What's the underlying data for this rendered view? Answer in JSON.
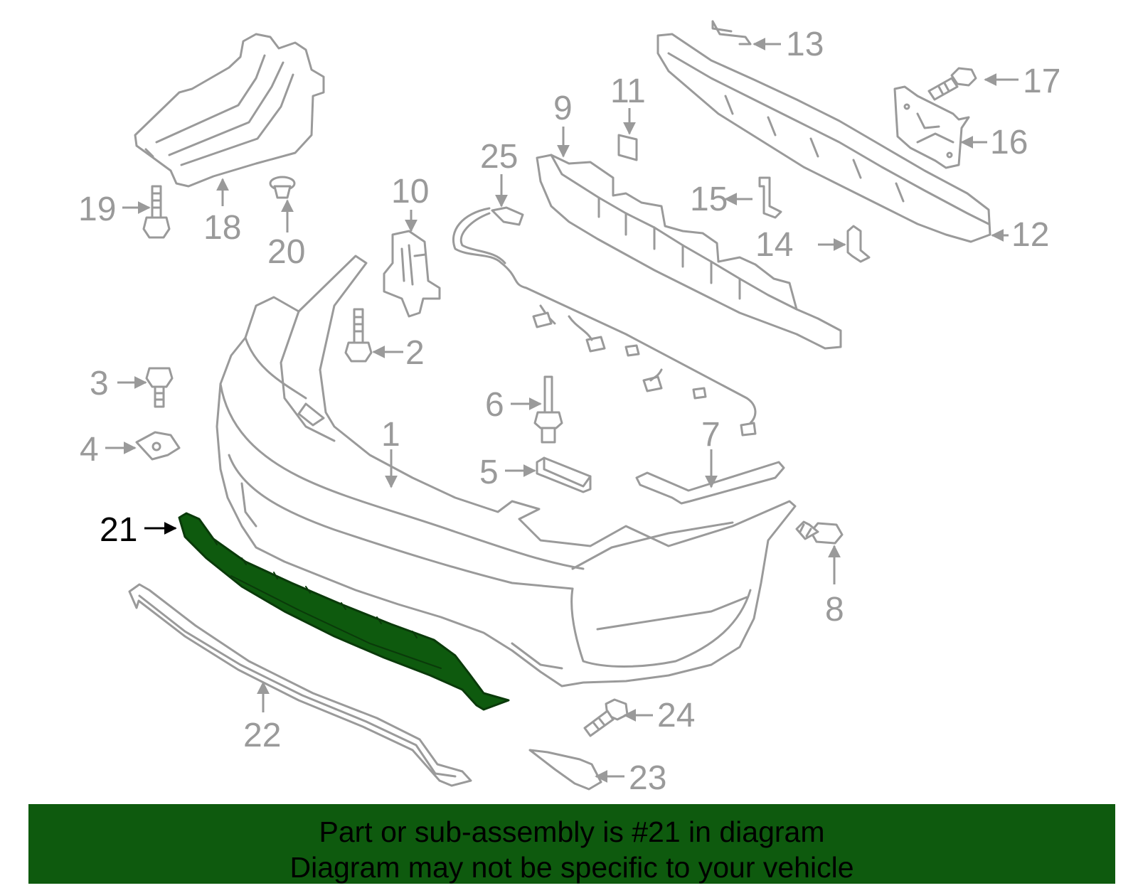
{
  "colors": {
    "part_line": "#9a9a9a",
    "highlight_fill": "#0e5a0e",
    "highlight_stroke": "#0a3a0a",
    "banner_bg": "#0e5a0e",
    "banner_text": "#000000",
    "highlight_label": "#000000"
  },
  "callouts": [
    {
      "id": "1",
      "text": "1"
    },
    {
      "id": "2",
      "text": "2"
    },
    {
      "id": "3",
      "text": "3"
    },
    {
      "id": "4",
      "text": "4"
    },
    {
      "id": "5",
      "text": "5"
    },
    {
      "id": "6",
      "text": "6"
    },
    {
      "id": "7",
      "text": "7"
    },
    {
      "id": "8",
      "text": "8"
    },
    {
      "id": "9",
      "text": "9"
    },
    {
      "id": "10",
      "text": "10"
    },
    {
      "id": "11",
      "text": "11"
    },
    {
      "id": "12",
      "text": "12"
    },
    {
      "id": "13",
      "text": "13"
    },
    {
      "id": "14",
      "text": "14"
    },
    {
      "id": "15",
      "text": "15"
    },
    {
      "id": "16",
      "text": "16"
    },
    {
      "id": "17",
      "text": "17"
    },
    {
      "id": "18",
      "text": "18"
    },
    {
      "id": "19",
      "text": "19"
    },
    {
      "id": "20",
      "text": "20"
    },
    {
      "id": "21",
      "text": "21",
      "highlighted": true
    },
    {
      "id": "22",
      "text": "22"
    },
    {
      "id": "23",
      "text": "23"
    },
    {
      "id": "24",
      "text": "24"
    },
    {
      "id": "25",
      "text": "25"
    }
  ],
  "banner": {
    "line1": "Part or sub-assembly is #21 in diagram",
    "line2": "Diagram may not be specific to your vehicle"
  }
}
